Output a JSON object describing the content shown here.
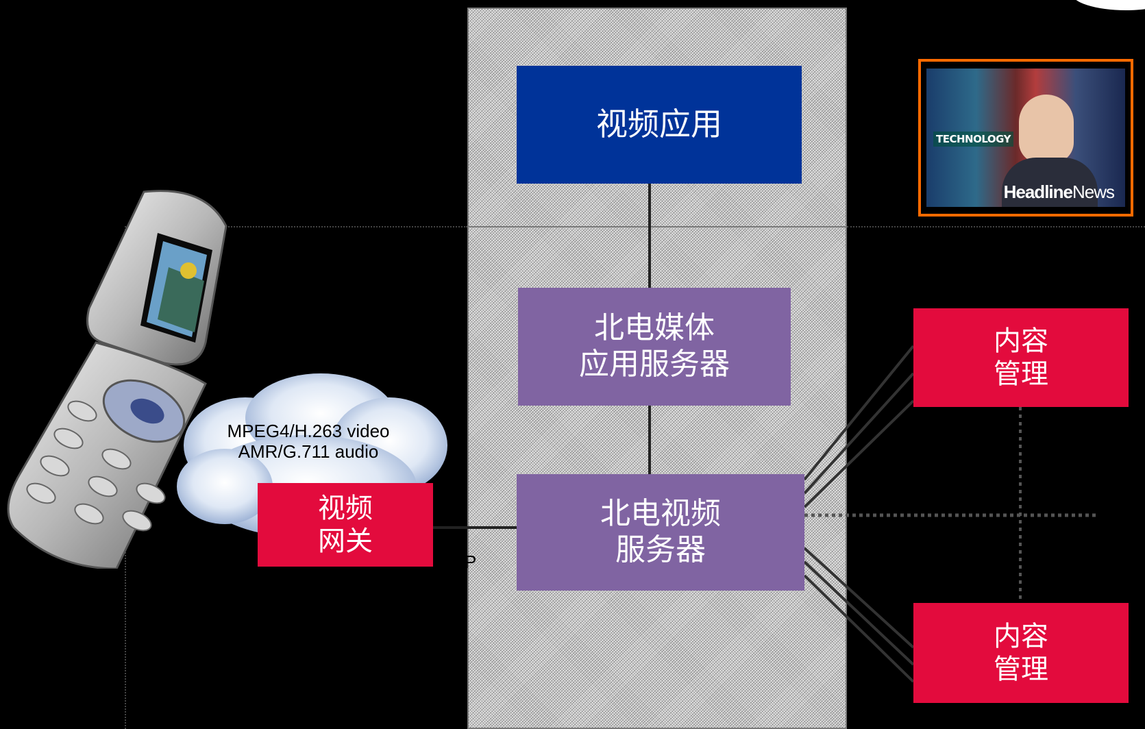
{
  "diagram": {
    "video_application": "视频应用",
    "media_app_server": "北电媒体\n应用服务器",
    "video_server": "北电视频\n服务器",
    "video_gateway": "视频\n网关",
    "content_management_top": "内容\n管理",
    "content_management_bottom": "内容\n管理",
    "codec_video": "MPEG4/H.263 video",
    "codec_audio": "AMR/G.711 audio",
    "ip_label": "P"
  },
  "tv_overlay": {
    "ticker": "TECHNOLOGY",
    "logo_bold": "Headline",
    "logo_light": "News"
  },
  "colors": {
    "blue_box": "#003399",
    "purple_box": "#8064a2",
    "red_box": "#e30b3d",
    "tv_border": "#ff6a00",
    "background": "#000000"
  },
  "icons": [
    "mobile-phone-icon",
    "cloud-icon",
    "tv-screen-icon"
  ]
}
